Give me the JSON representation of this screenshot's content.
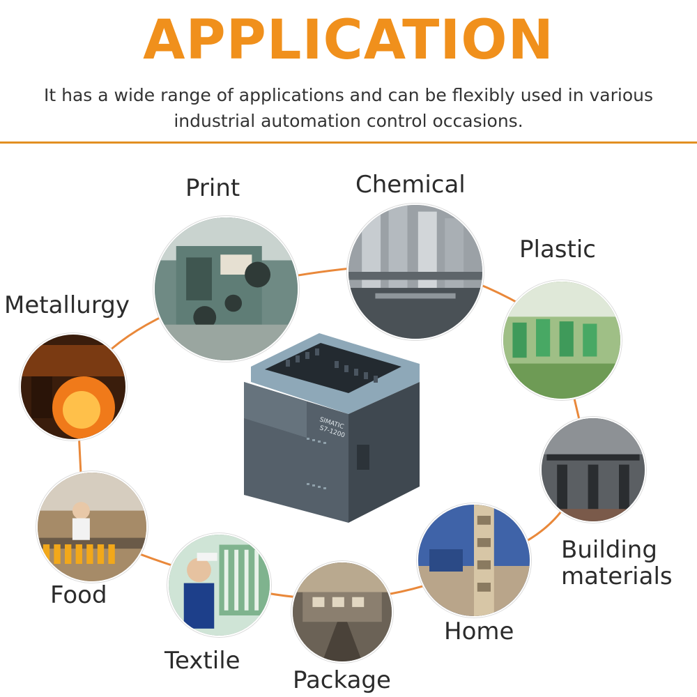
{
  "header": {
    "title": "APPLICATION",
    "subtitle_line1": "It has a wide range of applications and can be flexibly used in various",
    "subtitle_line2": "industrial automation control occasions."
  },
  "colors": {
    "accent": "#f0901c",
    "ring_line": "#e9883a"
  },
  "applications": [
    {
      "key": "print",
      "label": "Print"
    },
    {
      "key": "chemical",
      "label": "Chemical"
    },
    {
      "key": "plastic",
      "label": "Plastic"
    },
    {
      "key": "metallurgy",
      "label": "Metallurgy"
    },
    {
      "key": "building",
      "label_line1": "Building",
      "label_line2": "materials"
    },
    {
      "key": "food",
      "label": "Food"
    },
    {
      "key": "home",
      "label": "Home"
    },
    {
      "key": "textile",
      "label": "Textile"
    },
    {
      "key": "package",
      "label": "Package"
    }
  ],
  "plc": {
    "brand": "SIMATIC",
    "model": "S7-1200"
  }
}
